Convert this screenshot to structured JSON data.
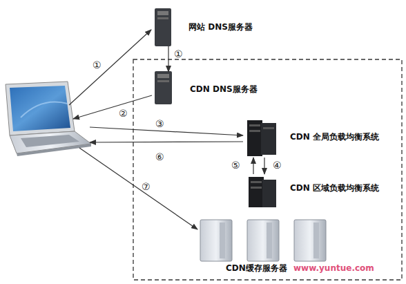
{
  "diagram": {
    "nodes": [
      {
        "text": [
          "网站 DNS服务器"
        ]
      },
      {
        "text": [
          "CDN DNS服务器"
        ]
      },
      {
        "text": [
          "CDN 全局负载均衡系统"
        ]
      },
      {
        "text": [
          "CDN 区域负载均衡系统"
        ]
      },
      {
        "text": [
          "CDN缓存服务器"
        ]
      }
    ],
    "edges": [
      {
        "from": 0,
        "to": 1,
        "arrow": "to",
        "label": "①"
      },
      {
        "from": 2,
        "to": 3,
        "arrow": "to",
        "label": "④"
      },
      {
        "from": 3,
        "to": 2,
        "arrow": "to",
        "label": "⑤"
      }
    ],
    "labels": [
      "①",
      "②",
      "③",
      "⑥",
      "⑦",
      "www.yuntue.com"
    ]
  }
}
